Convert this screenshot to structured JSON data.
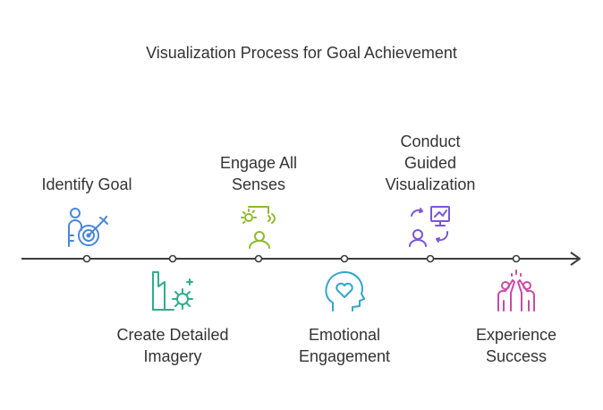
{
  "title": "Visualization Process for Goal Achievement",
  "steps": [
    {
      "label_lines": [
        "Identify Goal"
      ],
      "icon": "person-target-icon",
      "color": "#4a86d8"
    },
    {
      "label_lines": [
        "Create Detailed",
        "Imagery"
      ],
      "icon": "factory-sun-icon",
      "color": "#2fae8e"
    },
    {
      "label_lines": [
        "Engage All",
        "Senses"
      ],
      "icon": "person-senses-icon",
      "color": "#8dba2c"
    },
    {
      "label_lines": [
        "Emotional",
        "Engagement"
      ],
      "icon": "head-heart-icon",
      "color": "#2fa7c9"
    },
    {
      "label_lines": [
        "Conduct",
        "Guided",
        "Visualization"
      ],
      "icon": "presenter-chart-icon",
      "color": "#7a55d6"
    },
    {
      "label_lines": [
        "Experience",
        "Success"
      ],
      "icon": "high-five-icon",
      "color": "#c94aa8"
    }
  ]
}
